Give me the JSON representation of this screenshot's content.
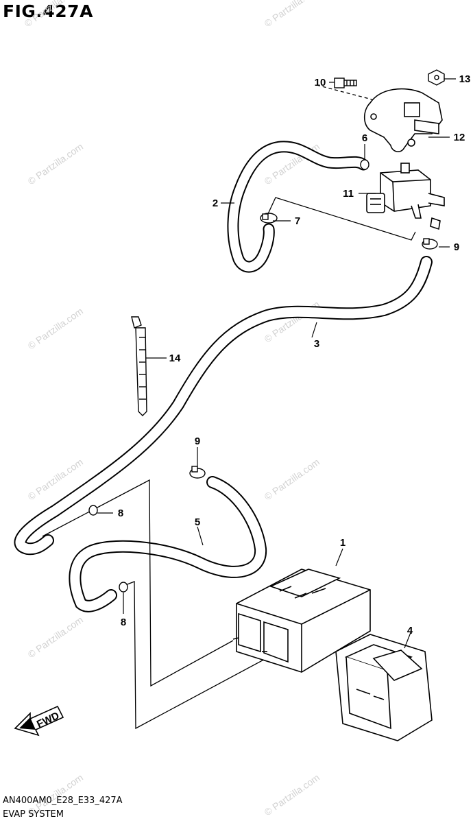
{
  "figure": {
    "title": "FIG.427A",
    "code": "AN400AM0_E28_E33_427A",
    "caption": "EVAP SYSTEM",
    "watermark": "© Partzilla.com",
    "fwd_label": "FWD"
  },
  "callouts": [
    "1",
    "2",
    "3",
    "4",
    "5",
    "6",
    "7",
    "8",
    "8",
    "9",
    "9",
    "10",
    "11",
    "12",
    "13",
    "14"
  ],
  "colors": {
    "line": "#000000",
    "watermark": "#d2d2d2",
    "fill": "#ffffff"
  }
}
